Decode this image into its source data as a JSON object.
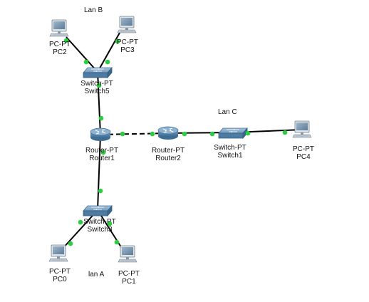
{
  "colors": {
    "link": "#000000",
    "port_up": "#2ecc40",
    "device_blue": "#5e8fb8",
    "device_dark": "#3d6c93",
    "monitor_frame": "#c9d2db",
    "monitor_screen": "#6f8ea8"
  },
  "lans": {
    "b": "Lan B",
    "c": "Lan C",
    "a": "lan A"
  },
  "devices": {
    "pc2": {
      "type": "PC-PT",
      "name": "PC2",
      "icon": "pc-icon"
    },
    "pc3": {
      "type": "PC-PT",
      "name": "PC3",
      "icon": "pc-icon"
    },
    "switch5": {
      "type": "Switch-PT",
      "name": "Switch5",
      "icon": "switch-icon"
    },
    "router1": {
      "type": "Router-PT",
      "name": "Router1",
      "icon": "router-icon"
    },
    "router2": {
      "type": "Router-PT",
      "name": "Router2",
      "icon": "router-icon"
    },
    "switch1": {
      "type": "Switch-PT",
      "name": "Switch1",
      "icon": "switch-icon"
    },
    "pc4": {
      "type": "PC-PT",
      "name": "PC4",
      "icon": "pc-icon"
    },
    "switch3": {
      "type": "Switch-PT",
      "name": "Switch3",
      "icon": "switch-icon"
    },
    "pc0": {
      "type": "PC-PT",
      "name": "PC0",
      "icon": "pc-icon"
    },
    "pc1": {
      "type": "PC-PT",
      "name": "PC1",
      "icon": "pc-icon"
    }
  },
  "links": [
    {
      "from": "pc2",
      "to": "switch5",
      "style": "solid"
    },
    {
      "from": "pc3",
      "to": "switch5",
      "style": "solid"
    },
    {
      "from": "switch5",
      "to": "router1",
      "style": "solid"
    },
    {
      "from": "router1",
      "to": "router2",
      "style": "dashed"
    },
    {
      "from": "router2",
      "to": "switch1",
      "style": "solid"
    },
    {
      "from": "switch1",
      "to": "pc4",
      "style": "solid"
    },
    {
      "from": "router1",
      "to": "switch3",
      "style": "solid"
    },
    {
      "from": "switch3",
      "to": "pc0",
      "style": "solid"
    },
    {
      "from": "switch3",
      "to": "pc1",
      "style": "solid"
    }
  ]
}
